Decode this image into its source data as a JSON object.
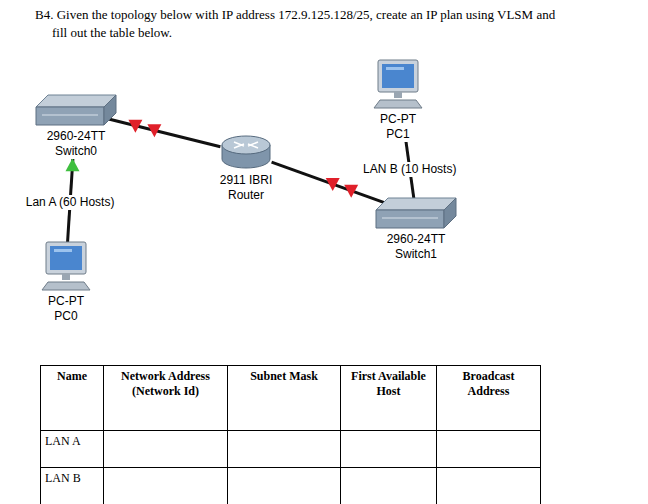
{
  "diagram": {
    "title": "B4. Given the topology below with IP address 172.9.125.128/25, create an IP plan using VLSM and fill out the table below.",
    "nodes": [
      {
        "text": [
          "2960-24TT Switch0"
        ]
      },
      {
        "text": [
          "2911 IBRI Router"
        ]
      },
      {
        "text": [
          "PC-PT PC1"
        ]
      },
      {
        "text": [
          "2960-24TT Switch1"
        ]
      },
      {
        "text": [
          "PC-PT PC0"
        ]
      }
    ],
    "edges": [
      {
        "from": 0,
        "to": 1,
        "arrow": "none"
      },
      {
        "from": 1,
        "to": 3,
        "arrow": "none"
      },
      {
        "from": 2,
        "to": 3,
        "label": "LAN B (10 Hosts)",
        "arrow": "none"
      },
      {
        "from": 0,
        "to": 4,
        "label": "Lan A (60 Hosts)",
        "arrow": "none"
      }
    ],
    "labels": [
      "Name",
      "Network Address (Network Id)",
      "Subnet Mask",
      "First Available Host",
      "Broadcast Address",
      "LAN A",
      "LAN B"
    ]
  }
}
